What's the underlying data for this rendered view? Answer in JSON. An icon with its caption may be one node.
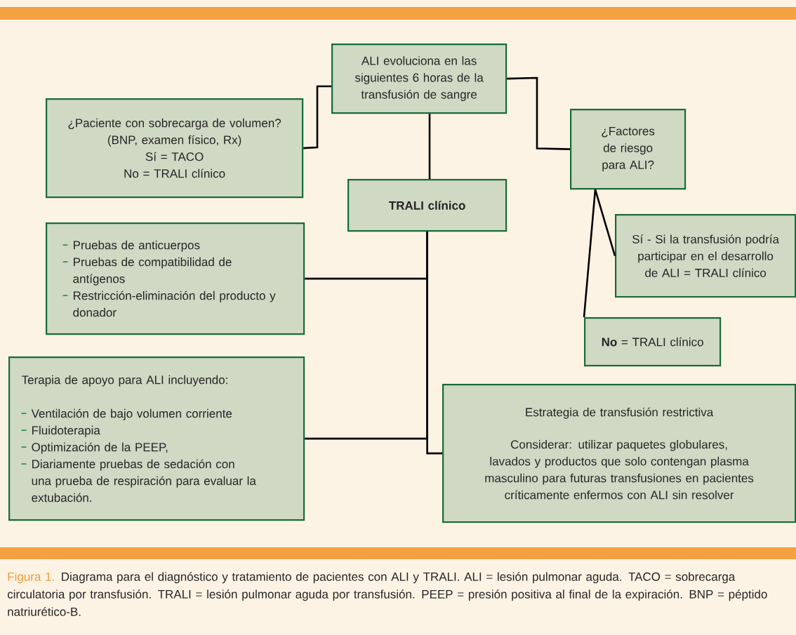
{
  "diagram": {
    "caption": "Diagrama para el diagnóstico y tratamiento de pacientes con ALI y TRALI. ALI = lesión pulmonar aguda. TACO = sobrecarga circulatoria por transfusión. TRALI = lesión pulmonar aguda por transfusión. PEEP = presión positiva al final de la expiración. BNP = péptido natriurético-B.",
    "nodes": [
      {
        "text": [
          "ALI evoluciona en las siguientes 6 horas de la transfusión de sangre"
        ]
      },
      {
        "text": [
          "¿Paciente con sobrecarga de volumen?",
          "(BNP, examen físico, Rx)",
          "Sí = TACO",
          "No = TRALI clínico"
        ]
      },
      {
        "text": [
          "¿Factores de riesgo para ALI?"
        ]
      },
      {
        "text": [
          "TRALI clínico"
        ]
      },
      {
        "text": [
          "Pruebas de anticuerpos",
          "Pruebas de compatibilidad de antígenos",
          "Restricción-eliminación del producto y donador"
        ]
      },
      {
        "text": [
          "Sí - Si la transfusión podría participar en el desarrollo de ALI = TRALI clínico"
        ]
      },
      {
        "text": [
          "**No** = TRALI clínico"
        ]
      },
      {
        "text": [
          "Terapia de apoyo para ALI incluyendo:",
          "Ventilación de bajo volumen corriente",
          "Fluidoterapia",
          "Optimización de la PEEP,",
          "Diariamente pruebas de sedación con una prueba de respiración para evaluar la extubación."
        ]
      },
      {
        "text": [
          "Estrategia de transfusión restrictiva",
          "Considerar: utilizar paquetes globulares, lavados y productos que solo contengan plasma masculino para futuras transfusiones en pacientes críticamente enfermos con ALI sin resolver"
        ]
      }
    ],
    "edges": [
      {
        "from": 0,
        "to": 1,
        "arrow": "none"
      },
      {
        "from": 0,
        "to": 2,
        "arrow": "none"
      },
      {
        "from": 0,
        "to": 3,
        "arrow": "none"
      },
      {
        "from": 3,
        "to": 4,
        "arrow": "none"
      },
      {
        "from": 3,
        "to": 7,
        "arrow": "none"
      },
      {
        "from": 3,
        "to": 8,
        "arrow": "none"
      },
      {
        "from": 2,
        "to": 5,
        "arrow": "none"
      },
      {
        "from": 2,
        "to": 6,
        "arrow": "none"
      }
    ],
    "labels": [
      "Figura 1."
    ]
  }
}
